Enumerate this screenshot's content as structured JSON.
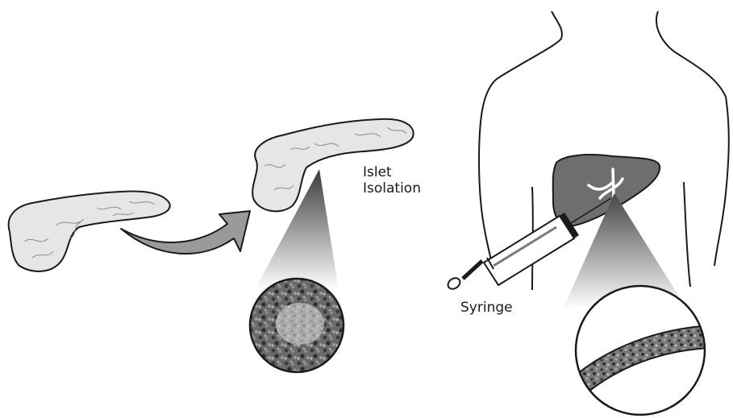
{
  "labels": {
    "islet_line1": "Islet",
    "islet_line2": "Isolation",
    "syringe": "Syringe"
  },
  "colors": {
    "pancreas_fill": "#e6e6e6",
    "arrow_fill": "#9a9a9a",
    "liver_fill": "#6e6e6e",
    "outline": "#1a1a1a",
    "tissue_dark": "#5a5a5a",
    "tissue_light": "#d0d0d0"
  },
  "icons": {
    "pancreas": "pancreas-organ",
    "arrow": "curved-arrow",
    "torso": "human-torso-outline",
    "liver": "liver-organ",
    "syringe": "syringe",
    "magnifier": "magnified-tissue-circle"
  }
}
